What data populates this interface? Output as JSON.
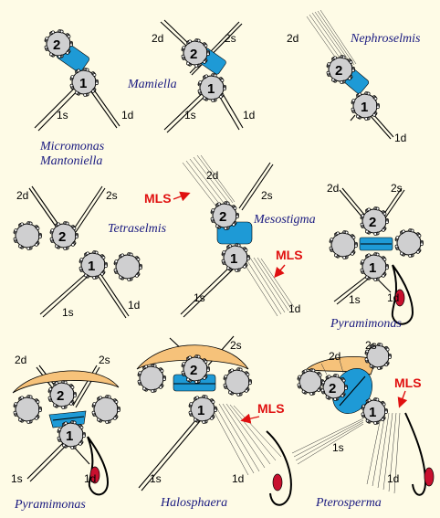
{
  "panels": [
    {
      "genus": [
        "Micromonas",
        "Mantoniella"
      ],
      "labels": {
        "b2": "2",
        "b1": "1",
        "f1s": "1s",
        "f1d": "1d"
      }
    },
    {
      "genus": [
        "Mamiella"
      ],
      "labels": {
        "b2": "2",
        "b1": "1",
        "f2d": "2d",
        "f2s": "2s",
        "f1s": "1s",
        "f1d": "1d"
      }
    },
    {
      "genus": [
        "Nephroselmis"
      ],
      "labels": {
        "b2": "2",
        "b1": "1",
        "f2d": "2d",
        "f1d": "1d"
      }
    },
    {
      "genus": [
        "Tetraselmis"
      ],
      "labels": {
        "b2": "2",
        "b1": "1",
        "f2d": "2d",
        "f2s": "2s",
        "f1s": "1s",
        "f1d": "1d"
      }
    },
    {
      "genus": [
        "Mesostigma"
      ],
      "labels": {
        "b2": "2",
        "b1": "1",
        "f2d": "2d",
        "f2s": "2s",
        "f1s": "1s",
        "f1d": "1d"
      },
      "mls": [
        "MLS",
        "MLS"
      ]
    },
    {
      "genus": [
        "Pyramimonas"
      ],
      "labels": {
        "b2": "2",
        "b1": "1",
        "f2d": "2d",
        "f2s": "2s",
        "f1s": "1s",
        "f1d": "1d"
      }
    },
    {
      "genus": [
        "Pyramimonas"
      ],
      "labels": {
        "b2": "2",
        "b1": "1",
        "f2d": "2d",
        "f2s": "2s",
        "f1s": "1s",
        "f1d": "1d"
      }
    },
    {
      "genus": [
        "Halosphaera"
      ],
      "labels": {
        "b2": "2",
        "b1": "1",
        "f2s": "2s",
        "f1s": "1s",
        "f1d": "1d"
      },
      "mls": [
        "MLS"
      ]
    },
    {
      "genus": [
        "Pterosperma"
      ],
      "labels": {
        "b2": "2",
        "b1": "1",
        "f2d": "2d",
        "f2s": "2s",
        "f1s": "1s",
        "f1d": "1d"
      },
      "mls": [
        "MLS"
      ]
    }
  ],
  "colors": {
    "background": "#fefbe6",
    "striated_band": "#1e9ad6",
    "connective": "#f6c27a",
    "eyespot": "#c8102e",
    "mls_label": "#e01010",
    "genus_label": "#1a1a80",
    "basal_body": "#cfcfd0"
  }
}
